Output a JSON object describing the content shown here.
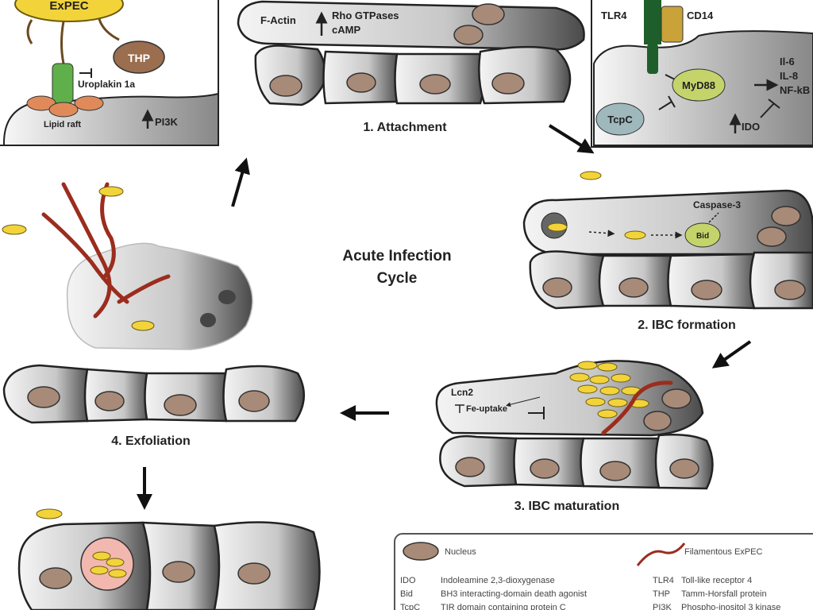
{
  "center_title": [
    "Acute Infection",
    "Cycle"
  ],
  "stages": {
    "s1": "1. Attachment",
    "s2": "2. IBC formation",
    "s3": "3. IBC maturation",
    "s4": "4. Exfoliation"
  },
  "attachment_box": {
    "expec": "ExPEC",
    "thp": "THP",
    "uroplakin": "Uroplakin 1a",
    "lipid_raft": "Lipid raft",
    "pi3k": "PI3K"
  },
  "attachment_cell": {
    "factin": "F-Actin",
    "rho": "Rho GTPases",
    "camp": "cAMP"
  },
  "signaling_box": {
    "tlr4": "TLR4",
    "cd14": "CD14",
    "myd88": "MyD88",
    "tcpc": "TcpC",
    "ido": "IDO",
    "outputs": [
      "Il-6",
      "IL-8",
      "NF-kB"
    ]
  },
  "ibc_formation": {
    "caspase": "Caspase-3",
    "bid": "Bid"
  },
  "ibc_maturation": {
    "lcn2": "Lcn2",
    "fe": "Fe-uptake"
  },
  "legend": {
    "nucleus": "Nucleus",
    "filamentous": "Filamentous ExPEC",
    "left": [
      {
        "abbr": "IDO",
        "def": "Indoleamine 2,3-dioxygenase"
      },
      {
        "abbr": "Bid",
        "def": "BH3 interacting-domain death agonist"
      },
      {
        "abbr": "TcpC",
        "def": "TIR domain containing protein C"
      }
    ],
    "right": [
      {
        "abbr": "TLR4",
        "def": "Toll-like receptor 4"
      },
      {
        "abbr": "THP",
        "def": "Tamm-Horsfall protein"
      },
      {
        "abbr": "PI3K",
        "def": "Phospho-inositol 3 kinase"
      }
    ]
  },
  "colors": {
    "nucleus": "#a88a78",
    "bacteria": "#f2d43a",
    "filament": "#9b2d1e",
    "tlr4": "#1e5e2a",
    "cd14": "#c9a23a",
    "myd88": "#c4d46a",
    "tcpc": "#9fb8bc"
  }
}
